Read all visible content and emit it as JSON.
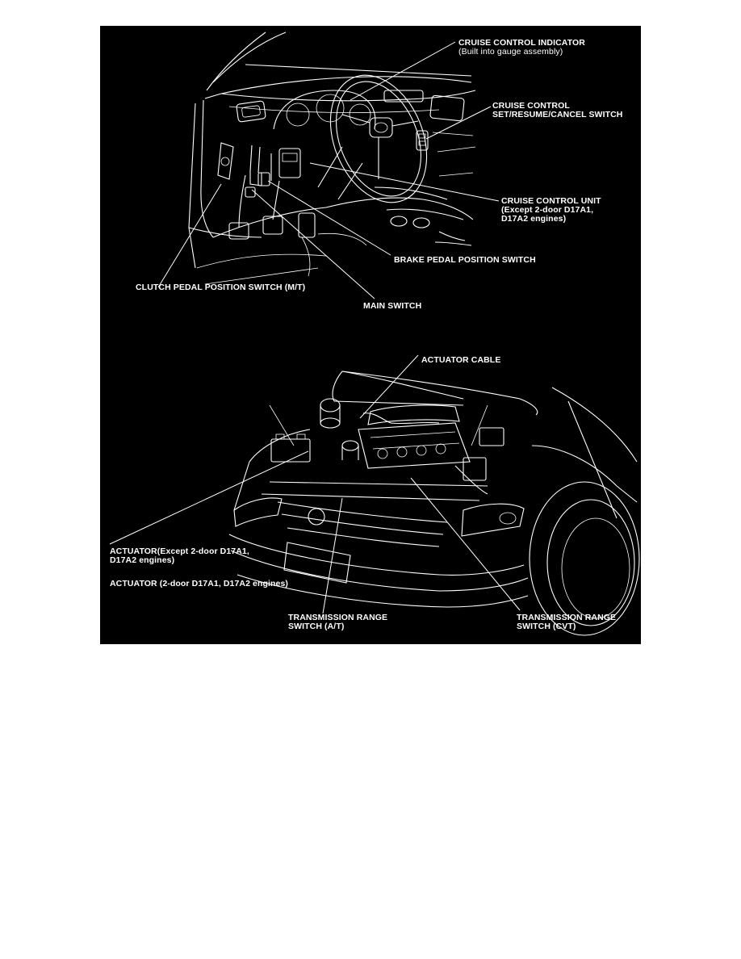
{
  "figure": {
    "background": "#000000",
    "line_color": "#ffffff",
    "top_view": "dashboard",
    "bottom_view": "engine-compartment",
    "labels": {
      "cruise_indicator": [
        "CRUISE CONTROL INDICATOR",
        "(Built into gauge assembly)"
      ],
      "set_resume_cancel": [
        "CRUISE CONTROL",
        "SET/RESUME/CANCEL SWITCH"
      ],
      "cruise_unit": [
        "CRUISE CONTROL UNIT",
        "(Except 2-door D17A1,",
        "D17A2 engines)"
      ],
      "brake_switch": [
        "BRAKE PEDAL POSITION SWITCH"
      ],
      "clutch_switch": [
        "CLUTCH PEDAL POSITION SWITCH (M/T)"
      ],
      "main_switch": [
        "MAIN SWITCH"
      ],
      "actuator_cable": [
        "ACTUATOR CABLE"
      ],
      "actuator_except": [
        "ACTUATOR(Except 2-door D17A1,",
        "D17A2 engines)"
      ],
      "actuator_2door": [
        "ACTUATOR (2-door D17A1, D17A2 engines)"
      ],
      "trans_range_at": [
        "TRANSMISSION RANGE",
        "SWITCH (A/T)"
      ],
      "trans_range_cvt": [
        "TRANSMISSION RANGE",
        "SWITCH (CVT)"
      ]
    }
  }
}
